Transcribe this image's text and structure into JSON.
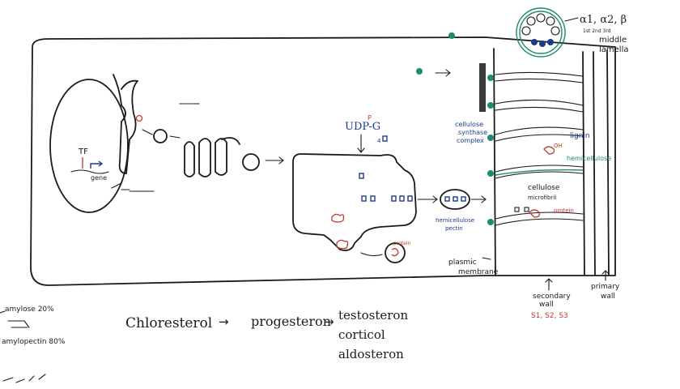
{
  "colors": {
    "board": "#ffffff",
    "ink_black": "#1a1a1a",
    "ink_green": "#1f8a70",
    "ink_red": "#c0392b",
    "ink_blue": "#1f3a8a"
  },
  "nucleus": {
    "tf": "TF",
    "gene": "gene"
  },
  "cytoplasm": {
    "udp_g": "UDP-G",
    "udp_p": "P",
    "udp_sub": "4",
    "protein_left": "protein"
  },
  "wall": {
    "cellulose_synthase_complex": [
      "cellulose",
      "synthase",
      "complex"
    ],
    "lignin": "lignin",
    "oh": "OH",
    "hemicellulose_right": "hemicellulose",
    "cellulose_microfibril": [
      "cellulose",
      "microfibril"
    ],
    "protein_right": "protein",
    "hemicellulose_pectin": [
      "hemicellulose",
      "pectin"
    ],
    "plasmic_membrane": [
      "plasmic",
      "membrane"
    ],
    "secondary_wall": [
      "secondary",
      "wall"
    ],
    "s_layers": "S1, S2, S3",
    "primary_wall": [
      "primary",
      "wall"
    ],
    "middle_lamella": [
      "middle",
      "lamella"
    ],
    "rosette_labels": "α1, α2, β",
    "rosette_sub": "1st  2nd  3rd"
  },
  "starch": {
    "amylose": "amylose 20%",
    "amylopectin": "amylopectin 80%"
  },
  "steroids": {
    "cholesterol": "Chloresterol",
    "arrow1": "→",
    "progesteron": "progesteron",
    "arrow2": "→",
    "testosteron": "testosteron",
    "cortisol": "corticol",
    "aldosteron": "aldosteron"
  }
}
